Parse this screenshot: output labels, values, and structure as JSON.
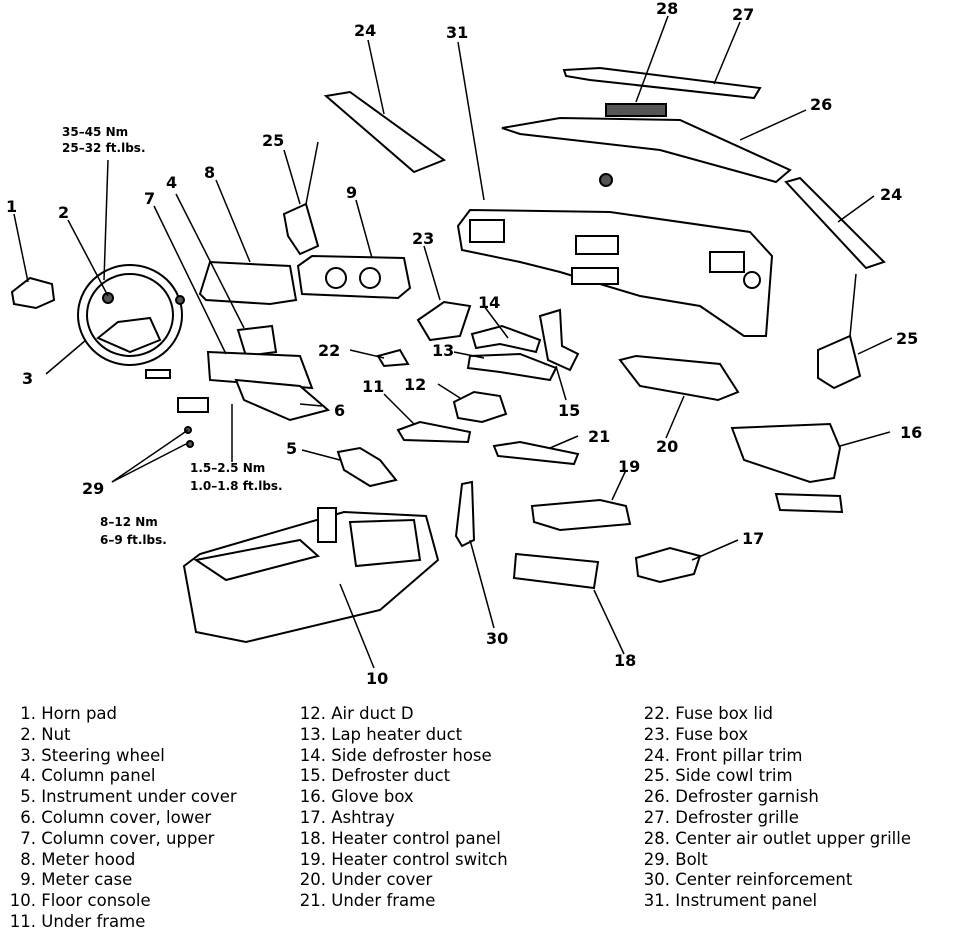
{
  "callouts": {
    "1": "1",
    "2": "2",
    "3": "3",
    "4": "4",
    "5": "5",
    "6": "6",
    "7": "7",
    "8": "8",
    "9": "9",
    "10": "10",
    "11": "11",
    "12": "12",
    "13": "13",
    "14": "14",
    "15": "15",
    "16": "16",
    "17": "17",
    "18": "18",
    "19": "19",
    "20": "20",
    "21": "21",
    "22": "22",
    "23": "23",
    "24a": "24",
    "24b": "24",
    "25a": "25",
    "25b": "25",
    "26": "26",
    "27": "27",
    "28": "28",
    "29": "29",
    "30": "30",
    "31": "31"
  },
  "torque": {
    "nut_nm": "35–45 Nm",
    "nut_ftlbs": "25–32 ft.lbs.",
    "column_nm": "1.5–2.5 Nm",
    "column_ftlbs": "1.0–1.8 ft.lbs.",
    "bolt_nm": "8–12 Nm",
    "bolt_ftlbs": "6–9 ft.lbs."
  },
  "legend": {
    "col1": [
      {
        "n": "1.",
        "label": "Horn pad"
      },
      {
        "n": "2.",
        "label": "Nut"
      },
      {
        "n": "3.",
        "label": "Steering wheel"
      },
      {
        "n": "4.",
        "label": "Column panel"
      },
      {
        "n": "5.",
        "label": "Instrument under cover"
      },
      {
        "n": "6.",
        "label": "Column cover, lower"
      },
      {
        "n": "7.",
        "label": "Column cover, upper"
      },
      {
        "n": "8.",
        "label": "Meter hood"
      },
      {
        "n": "9.",
        "label": "Meter case"
      },
      {
        "n": "10.",
        "label": "Floor console"
      },
      {
        "n": "11.",
        "label": "Under frame"
      }
    ],
    "col2": [
      {
        "n": "12.",
        "label": "Air duct D"
      },
      {
        "n": "13.",
        "label": "Lap heater duct"
      },
      {
        "n": "14.",
        "label": "Side defroster hose"
      },
      {
        "n": "15.",
        "label": "Defroster duct"
      },
      {
        "n": "16.",
        "label": "Glove box"
      },
      {
        "n": "17.",
        "label": "Ashtray"
      },
      {
        "n": "18.",
        "label": "Heater control panel"
      },
      {
        "n": "19.",
        "label": "Heater control switch"
      },
      {
        "n": "20.",
        "label": "Under cover"
      },
      {
        "n": "21.",
        "label": "Under frame"
      }
    ],
    "col3": [
      {
        "n": "22.",
        "label": "Fuse box lid"
      },
      {
        "n": "23.",
        "label": "Fuse box"
      },
      {
        "n": "24.",
        "label": "Front pillar trim"
      },
      {
        "n": "25.",
        "label": "Side cowl trim"
      },
      {
        "n": "26.",
        "label": "Defroster garnish"
      },
      {
        "n": "27.",
        "label": "Defroster grille"
      },
      {
        "n": "28.",
        "label": "Center air outlet upper grille"
      },
      {
        "n": "29.",
        "label": "Bolt"
      },
      {
        "n": "30.",
        "label": "Center reinforcement"
      },
      {
        "n": "31.",
        "label": "Instrument panel"
      }
    ]
  }
}
